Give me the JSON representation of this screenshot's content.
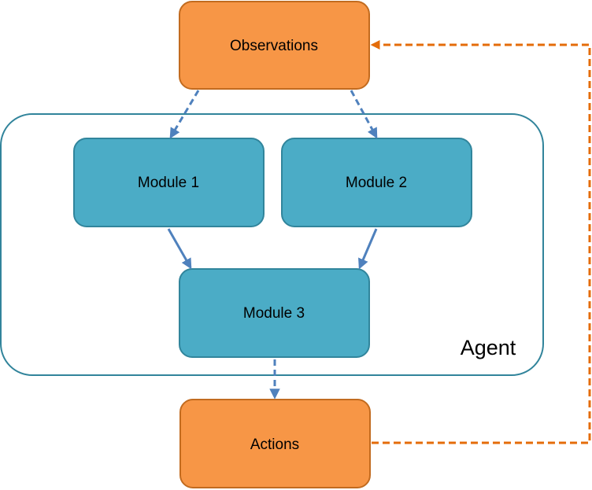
{
  "diagram": {
    "nodes": {
      "observations": "Observations",
      "module1": "Module 1",
      "module2": "Module 2",
      "module3": "Module 3",
      "actions": "Actions"
    },
    "agent_label": "Agent"
  },
  "colors": {
    "io_fill": "#F79646",
    "io_stroke": "#C26B1F",
    "module_fill": "#4BACC6",
    "module_stroke": "#31859C",
    "agent_stroke": "#31849B",
    "arrow_blue": "#4F81BD",
    "feedback_orange": "#E46C0A"
  }
}
